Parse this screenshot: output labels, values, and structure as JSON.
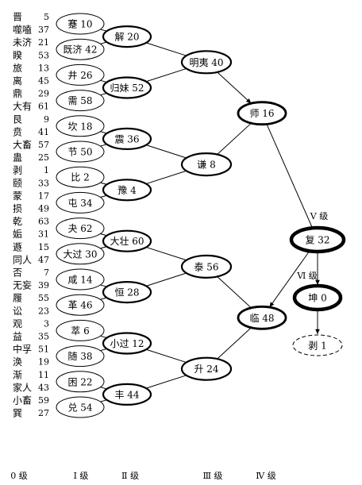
{
  "level_labels": [
    "0 级",
    "Ⅰ 级",
    "Ⅱ 级",
    "Ⅲ 级",
    "Ⅳ 级",
    "Ⅴ 级",
    "Ⅵ 级"
  ],
  "leaves": [
    [
      "晋",
      "5"
    ],
    [
      "噬嗑",
      "37"
    ],
    [
      "未济",
      "21"
    ],
    [
      "睽",
      "53"
    ],
    [
      "旅",
      "13"
    ],
    [
      "离",
      "45"
    ],
    [
      "鼎",
      "29"
    ],
    [
      "大有",
      "61"
    ],
    [
      "艮",
      "9"
    ],
    [
      "贲",
      "41"
    ],
    [
      "大畜",
      "57"
    ],
    [
      "蛊",
      "25"
    ],
    [
      "剥",
      "1"
    ],
    [
      "颐",
      "33"
    ],
    [
      "蒙",
      "17"
    ],
    [
      "损",
      "49"
    ],
    [
      "乾",
      "63"
    ],
    [
      "姤",
      "31"
    ],
    [
      "遯",
      "15"
    ],
    [
      "同人",
      "47"
    ],
    [
      "否",
      "7"
    ],
    [
      "无妄",
      "39"
    ],
    [
      "履",
      "55"
    ],
    [
      "讼",
      "23"
    ],
    [
      "观",
      "3"
    ],
    [
      "益",
      "35"
    ],
    [
      "中孚",
      "51"
    ],
    [
      "涣",
      "19"
    ],
    [
      "渐",
      "11"
    ],
    [
      "家人",
      "43"
    ],
    [
      "小畜",
      "59"
    ],
    [
      "巽",
      "27"
    ]
  ],
  "level1": [
    [
      "蹇",
      "10"
    ],
    [
      "既济",
      "42"
    ],
    [
      "井",
      "26"
    ],
    [
      "需",
      "58"
    ],
    [
      "坎",
      "18"
    ],
    [
      "节",
      "50"
    ],
    [
      "比",
      "2"
    ],
    [
      "屯",
      "34"
    ],
    [
      "夬",
      "62"
    ],
    [
      "大过",
      "30"
    ],
    [
      "咸",
      "14"
    ],
    [
      "革",
      "46"
    ],
    [
      "萃",
      "6"
    ],
    [
      "随",
      "38"
    ],
    [
      "困",
      "22"
    ],
    [
      "兑",
      "54"
    ]
  ],
  "level2": [
    [
      "解",
      "20"
    ],
    [
      "归妹",
      "52"
    ],
    [
      "震",
      "36"
    ],
    [
      "豫",
      "4"
    ],
    [
      "大壮",
      "60"
    ],
    [
      "恒",
      "28"
    ],
    [
      "小过",
      "12"
    ],
    [
      "丰",
      "44"
    ]
  ],
  "level3": [
    [
      "明夷",
      "40"
    ],
    [
      "谦",
      "8"
    ],
    [
      "泰",
      "56"
    ],
    [
      "升",
      "24"
    ]
  ],
  "level4": [
    [
      "师",
      "16"
    ],
    [
      "临",
      "48"
    ]
  ],
  "level5": [
    "复",
    "32"
  ],
  "level6": [
    "坤",
    "0"
  ],
  "extra": [
    "剥",
    "1"
  ]
}
